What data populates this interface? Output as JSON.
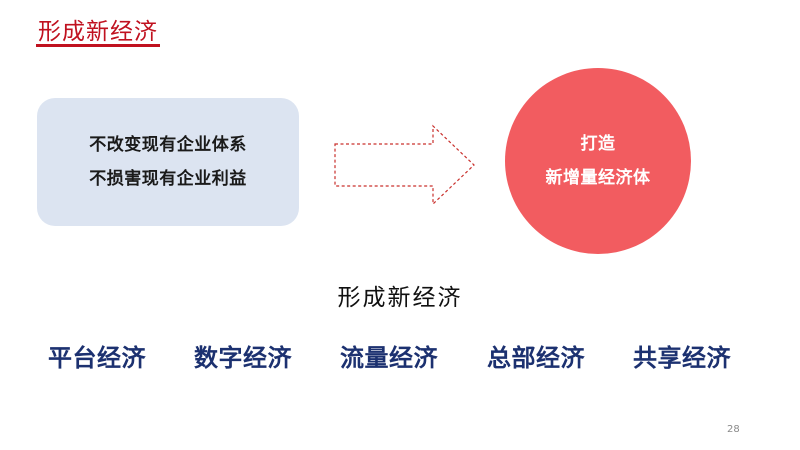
{
  "slide": {
    "title": "形成新经济",
    "left_box": {
      "lines": [
        "不改变现有企业体系",
        "不损害现有企业利益"
      ]
    },
    "circle": {
      "lines": [
        "打造",
        "新增量经济体"
      ]
    },
    "subtitle": "形成新经济",
    "items": [
      "平台经济",
      "数字经济",
      "流量经济",
      "总部经济",
      "共享经济"
    ],
    "page_number": "28"
  },
  "colors": {
    "title_red": "#c0111f",
    "box_blue": "#dce4f1",
    "circle_red": "#f25c60",
    "item_navy": "#1c3170",
    "arrow_outline": "#c9302c"
  },
  "icons": {
    "arrow": "dashed-right-arrow-icon"
  }
}
